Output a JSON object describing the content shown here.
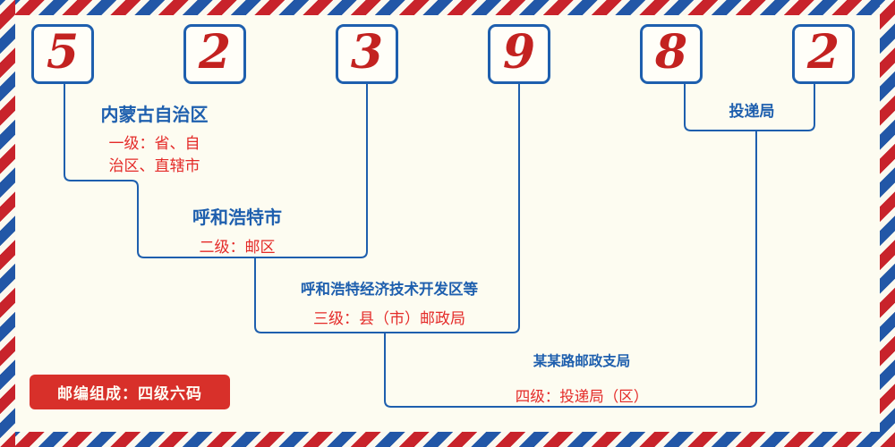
{
  "postal_code": "523982",
  "digits": [
    "5",
    "2",
    "3",
    "9",
    "8",
    "2"
  ],
  "labels": {
    "level1": {
      "title": "内蒙古自治区",
      "desc_line1": "一级：省、自",
      "desc_line2": "治区、直辖市"
    },
    "level2": {
      "title": "呼和浩特市",
      "desc": "二级：邮区"
    },
    "level3": {
      "title": "呼和浩特经济技术开发区等",
      "desc": "三级：县（市）邮政局"
    },
    "level4": {
      "title": "某某路邮政支局",
      "desc": "四级：投递局（区）"
    },
    "delivery": {
      "title": "投递局"
    }
  },
  "badge": {
    "text": "邮编组成：四级六码"
  },
  "colors": {
    "digit_red": "#c32220",
    "label_blue": "#1e5fae",
    "desc_red": "#e42a28",
    "badge_bg": "#d8302a",
    "stripe_red": "#c8232b",
    "stripe_blue": "#2257a7",
    "line_blue": "#1e5fae",
    "background": "#fdfcf1"
  }
}
